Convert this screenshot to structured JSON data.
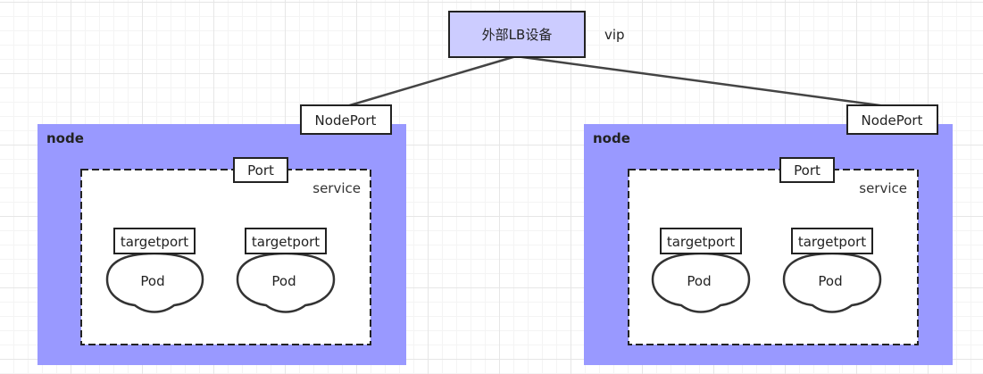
{
  "lb": {
    "label": "外部LB设备",
    "note": "vip",
    "fill": "#ccccff"
  },
  "node_fill": "#9999ff",
  "nodes": [
    {
      "title": "node",
      "nodeport": "NodePort",
      "service": {
        "label": "service",
        "port": "Port",
        "pods": [
          {
            "targetport": "targetport",
            "label": "Pod"
          },
          {
            "targetport": "targetport",
            "label": "Pod"
          }
        ]
      }
    },
    {
      "title": "node",
      "nodeport": "NodePort",
      "service": {
        "label": "service",
        "port": "Port",
        "pods": [
          {
            "targetport": "targetport",
            "label": "Pod"
          },
          {
            "targetport": "targetport",
            "label": "Pod"
          }
        ]
      }
    }
  ]
}
